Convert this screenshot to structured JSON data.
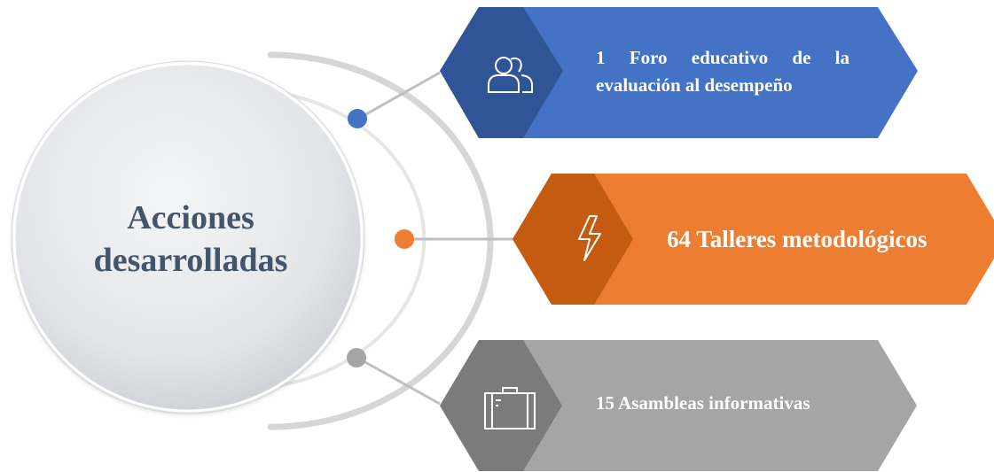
{
  "center": {
    "line1": "Acciones",
    "line2": "desarrolladas"
  },
  "items": [
    {
      "line1": "1 Foro educativo de la",
      "line2": "evaluación al desempeño",
      "icon": "people-icon",
      "color": "#4472c4",
      "color_dark": "#2f5597"
    },
    {
      "label": "64 Talleres metodológicos",
      "icon": "lightning-icon",
      "color": "#ed7d31",
      "color_dark": "#c55a11"
    },
    {
      "label": "15 Asambleas informativas",
      "icon": "briefcase-icon",
      "color": "#a5a5a5",
      "color_dark": "#7b7b7b"
    }
  ]
}
